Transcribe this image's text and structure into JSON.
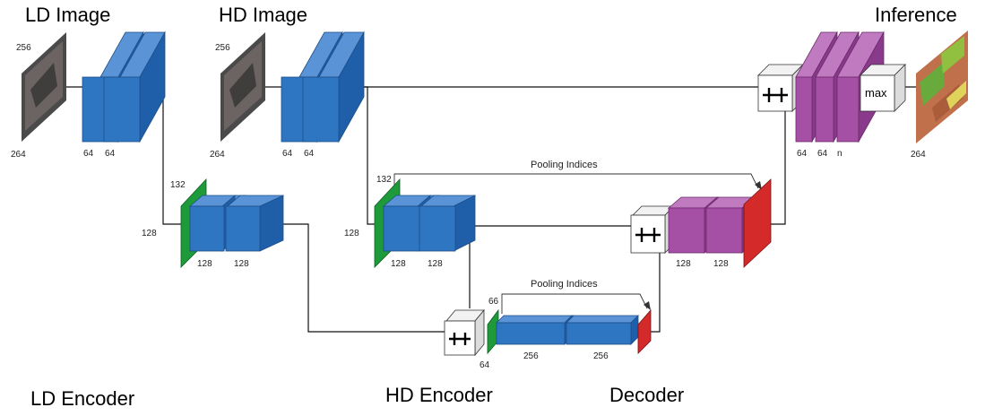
{
  "titles": {
    "ld_image": "LD Image",
    "hd_image": "HD Image",
    "inference": "Inference",
    "ld_encoder": "LD Encoder",
    "hd_encoder": "HD Encoder",
    "decoder": "Decoder"
  },
  "ld_image_dims": {
    "top": "256",
    "bottom": "264"
  },
  "hd_image_dims": {
    "top": "256",
    "bottom": "264"
  },
  "ld_block1_channels": [
    "64",
    "64"
  ],
  "hd_block1_channels": [
    "64",
    "64"
  ],
  "ld_block2": {
    "pool_top": "132",
    "pool_side": "128",
    "channels": [
      "128",
      "128"
    ]
  },
  "hd_block2": {
    "pool_top": "132",
    "pool_side": "128",
    "channels": [
      "128",
      "128"
    ]
  },
  "bottleneck": {
    "pool_top": "66",
    "pool_bottom": "64",
    "channels": [
      "256",
      "256"
    ]
  },
  "decoder_block2_channels": [
    "128",
    "128"
  ],
  "decoder_block1_channels": [
    "64",
    "64",
    "n"
  ],
  "output_dim": "264",
  "pooling_label_upper": "Pooling Indices",
  "pooling_label_lower": "Pooling Indices",
  "max_label": "max",
  "colors": {
    "encoder_blue": "#2f76c2",
    "decoder_purple": "#a54fa5",
    "pool_green": "#1f9a3a",
    "unpool_red": "#d42a2a",
    "sum_white": "#ffffff"
  }
}
